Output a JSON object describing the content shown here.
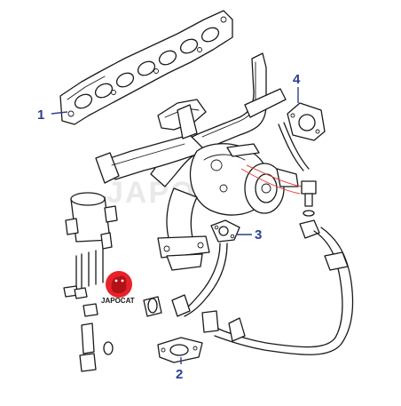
{
  "callouts": {
    "exhaust_gasket": "1",
    "flange_gasket": "2",
    "oil_feed_gasket": "3",
    "egr_gasket": "4"
  },
  "logo": {
    "text": "JAPOCAT",
    "color": "#e8222a"
  },
  "watermark": "JAPOCAT",
  "colors": {
    "line": "#1a1a1a",
    "callout": "#2b3f8f",
    "highlight": "#e0403a"
  }
}
